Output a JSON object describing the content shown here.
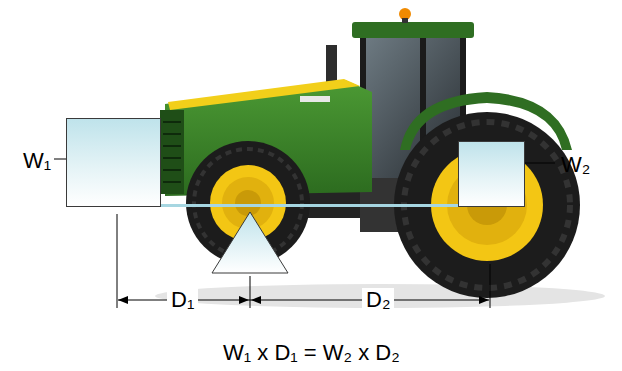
{
  "diagram": {
    "nodes": [
      {
        "text": [
          "W₁"
        ]
      },
      {
        "text": [
          "W₂"
        ]
      }
    ],
    "edges": [
      {
        "from": 0,
        "to": 1,
        "arrow": "none"
      }
    ],
    "labels": [
      "D₁",
      "D₂",
      "W₁ x D₁ = W₂ x D₂"
    ]
  }
}
